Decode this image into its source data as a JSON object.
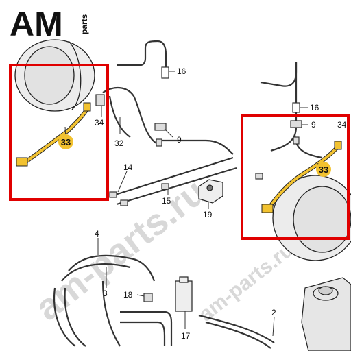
{
  "logo": {
    "letters": "AM",
    "sub": "parts",
    "color": "#111111"
  },
  "watermark": {
    "main": "am-parts.ru",
    "secondary": "am-parts.ru",
    "color": "#d8d8d8"
  },
  "highlight_color": "#e00000",
  "highlight_part_color": "#f2c230",
  "callouts": [
    {
      "id": "16a",
      "text": "16"
    },
    {
      "id": "16b",
      "text": "16"
    },
    {
      "id": "34a",
      "text": "34"
    },
    {
      "id": "34b",
      "text": "34"
    },
    {
      "id": "32",
      "text": "32"
    },
    {
      "id": "9a",
      "text": "9"
    },
    {
      "id": "9b",
      "text": "9"
    },
    {
      "id": "14",
      "text": "14"
    },
    {
      "id": "15",
      "text": "15"
    },
    {
      "id": "19",
      "text": "19"
    },
    {
      "id": "4",
      "text": "4"
    },
    {
      "id": "3",
      "text": "3"
    },
    {
      "id": "18",
      "text": "18"
    },
    {
      "id": "17",
      "text": "17"
    },
    {
      "id": "2",
      "text": "2"
    }
  ],
  "badges": [
    {
      "id": "33a",
      "text": "33"
    },
    {
      "id": "33b",
      "text": "33"
    }
  ]
}
